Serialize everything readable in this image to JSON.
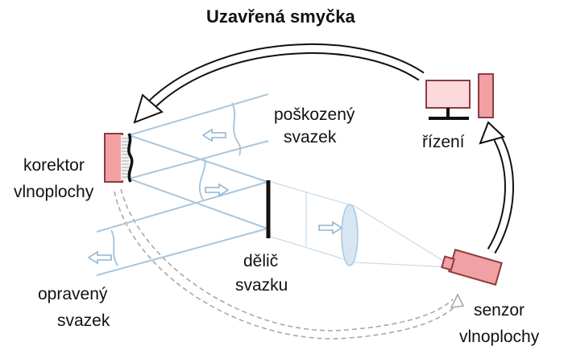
{
  "title": "Uzavřená smyčka",
  "labels": {
    "damaged_beam": [
      "poškozený",
      "svazek"
    ],
    "corrector": [
      "korektor",
      "vlnoplochy"
    ],
    "control": "řízení",
    "splitter": [
      "dělič",
      "svazku"
    ],
    "corrected_beam": [
      "opravený",
      "svazek"
    ],
    "sensor": [
      "senzor",
      "vlnoplochy"
    ]
  },
  "colors": {
    "beam": "#a9c7de",
    "component_fill": "#f1a1a4",
    "component_stroke": "#8e3b40",
    "monitor_fill": "#fbd9dc",
    "arrow_outline": "#111111",
    "dashed": "#a8a8a8"
  }
}
